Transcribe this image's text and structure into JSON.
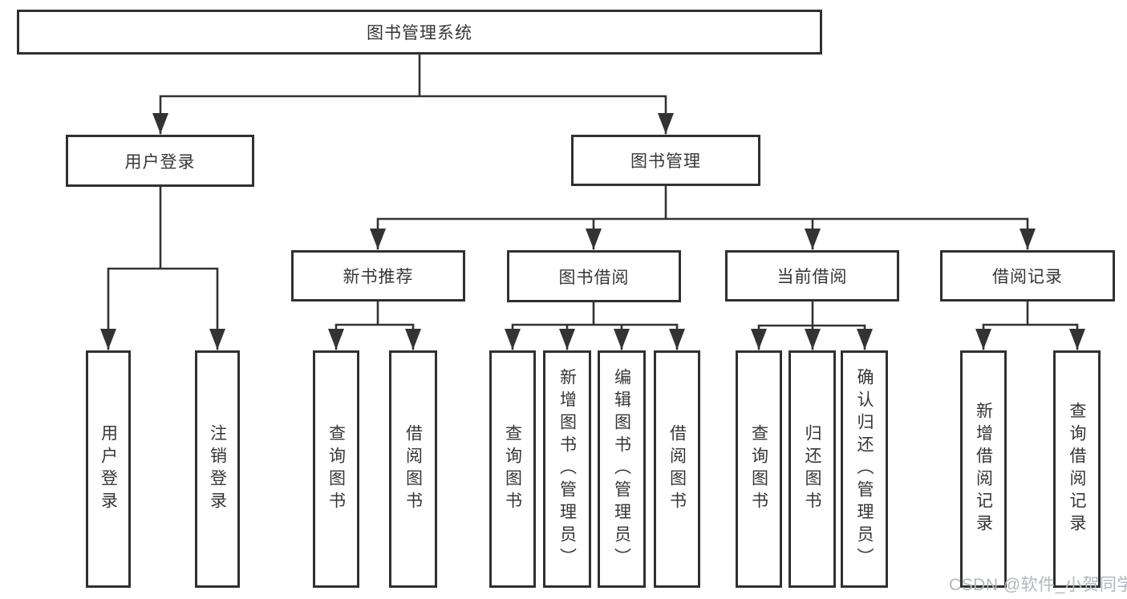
{
  "colors": {
    "line": "#333333",
    "box_border": "#303030",
    "text": "#363636",
    "background": "#ffffff",
    "watermark_text": "#b2b7bf"
  },
  "watermark": "CSDN @软件_小贺同学",
  "tree": {
    "root": {
      "label": "图书管理系统"
    },
    "user_login": {
      "label": "用户登录",
      "children": [
        {
          "label": "用户登录"
        },
        {
          "label": "注销登录"
        }
      ]
    },
    "book_mgmt": {
      "label": "图书管理",
      "children": [
        {
          "label": "新书推荐",
          "children": [
            {
              "label": "查询图书"
            },
            {
              "label": "借阅图书"
            }
          ]
        },
        {
          "label": "图书借阅",
          "children": [
            {
              "label": "查询图书"
            },
            {
              "label": "新增图书（管理员）"
            },
            {
              "label": "编辑图书（管理员）"
            },
            {
              "label": "借阅图书"
            }
          ]
        },
        {
          "label": "当前借阅",
          "children": [
            {
              "label": "查询图书"
            },
            {
              "label": "归还图书"
            },
            {
              "label": "确认归还（管理员）"
            }
          ]
        },
        {
          "label": "借阅记录",
          "children": [
            {
              "label": "新增借阅记录"
            },
            {
              "label": "查询借阅记录"
            }
          ]
        }
      ]
    }
  }
}
